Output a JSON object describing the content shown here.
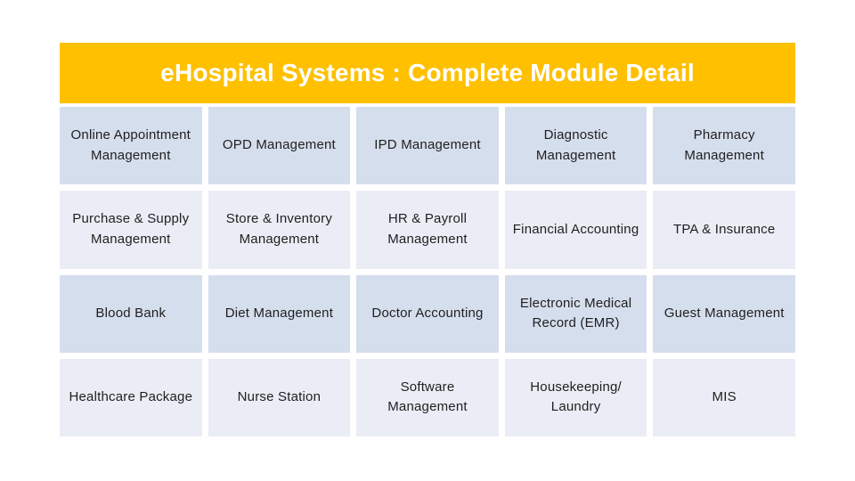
{
  "slide": {
    "title": "eHospital Systems : Complete Module Detail",
    "colors": {
      "title_bar_bg": "#FFC000",
      "title_text": "#FFFFFF",
      "cell_row_odd_bg": "#D5DEED",
      "cell_row_even_bg": "#EAEDF5",
      "cell_text": "#1F1F1F",
      "canvas_bg": "#FFFFFF"
    },
    "modules": {
      "rows": [
        {
          "cells": [
            "Online Appointment\nManagement",
            "OPD Management",
            "IPD Management",
            "Diagnostic\nManagement",
            "Pharmacy\nManagement"
          ]
        },
        {
          "cells": [
            "Purchase & Supply\nManagement",
            "Store & Inventory\nManagement",
            "HR & Payroll\nManagement",
            "Financial Accounting",
            "TPA & Insurance"
          ]
        },
        {
          "cells": [
            "Blood Bank",
            "Diet Management",
            "Doctor Accounting",
            "Electronic Medical\nRecord (EMR)",
            "Guest Management"
          ]
        },
        {
          "cells": [
            "Healthcare Package",
            "Nurse Station",
            "Software\nManagement",
            "Housekeeping/\nLaundry",
            "MIS"
          ]
        }
      ]
    }
  }
}
